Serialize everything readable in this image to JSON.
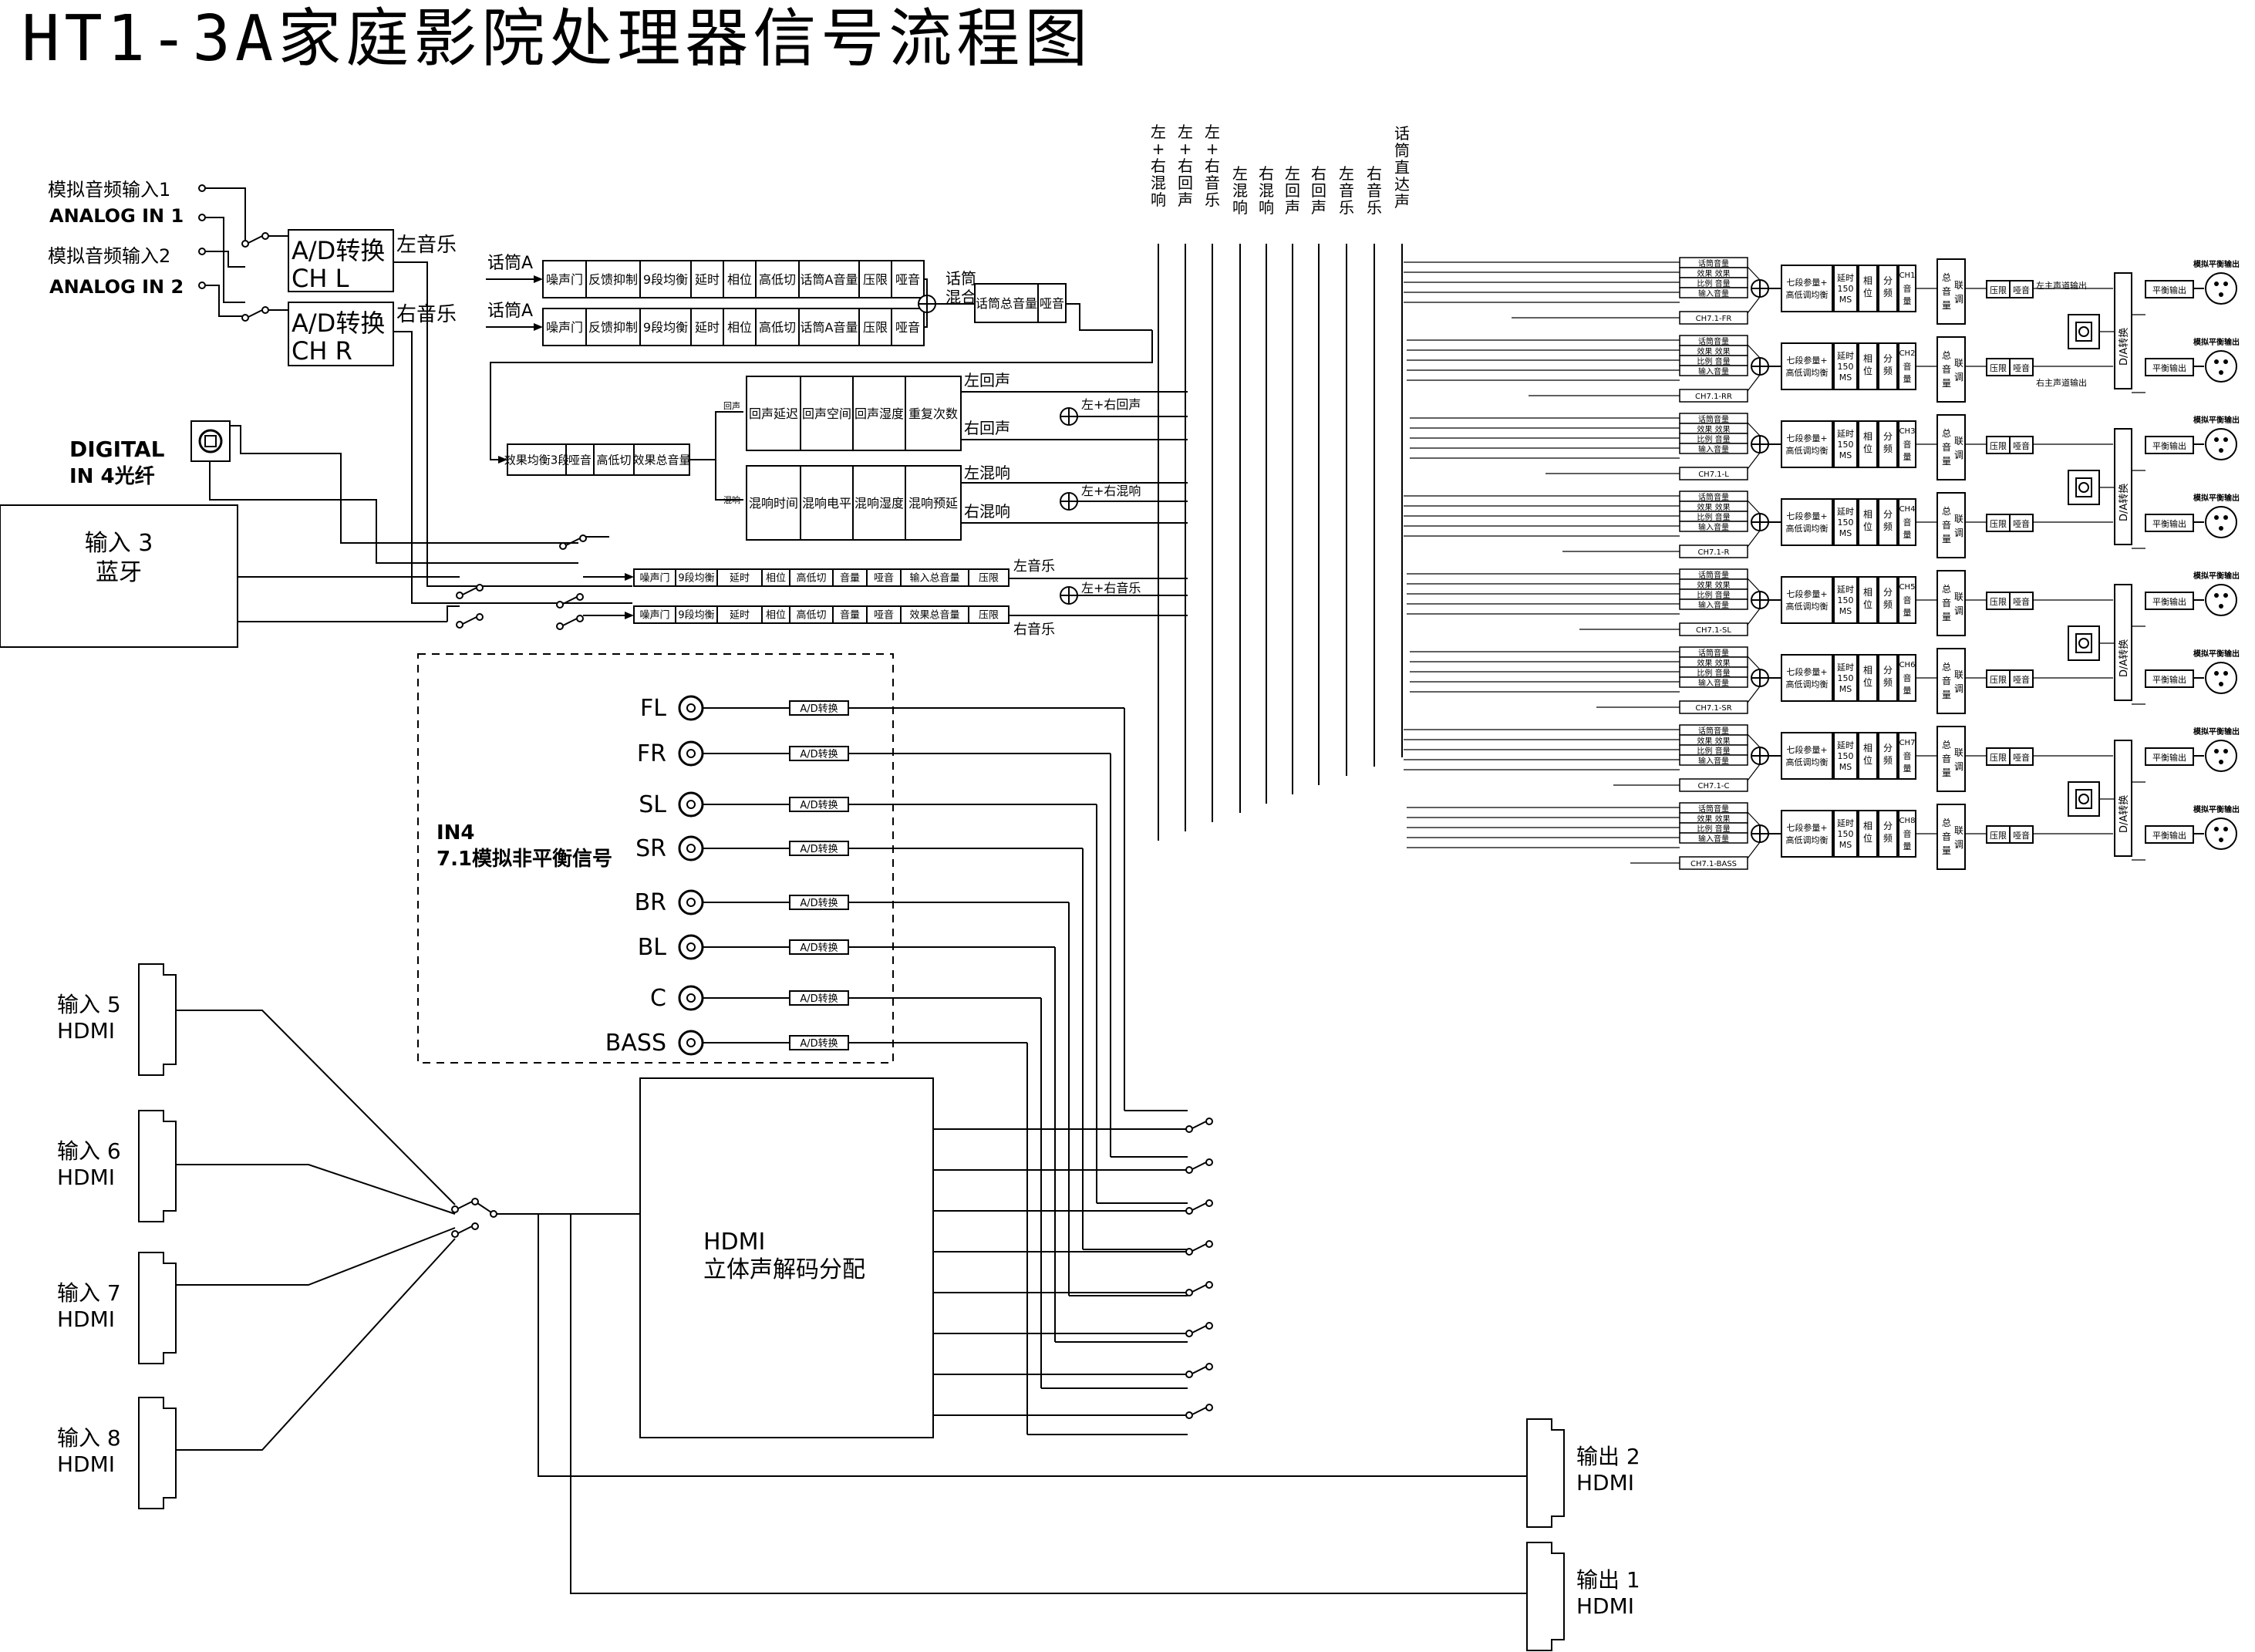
{
  "title": "HT1-3A家庭影院处理器信号流程图",
  "analog_inputs": [
    {
      "cn": "模拟音频输入1",
      "en": "ANALOG IN 1"
    },
    {
      "cn": "模拟音频输入2",
      "en": "ANALOG IN 2"
    }
  ],
  "ad_converters": [
    {
      "label": "A/D转换",
      "ch": "CH L",
      "out": "左音乐"
    },
    {
      "label": "A/D转换",
      "ch": "CH R",
      "out": "右音乐"
    }
  ],
  "digital": {
    "line1": "DIGITAL",
    "line2": "IN 4光纤"
  },
  "bluetooth": {
    "line1": "输入 3",
    "line2": "蓝牙"
  },
  "mic": {
    "inputs": [
      "话筒A",
      "话筒A"
    ],
    "chain": [
      "噪声门",
      "反馈抑制",
      "9段均衡",
      "延时",
      "相位",
      "高低切",
      "话筒A音量",
      "压限",
      "哑音"
    ],
    "mix_label": [
      "话筒",
      "混合"
    ],
    "master": [
      "话筒总音量",
      "哑音"
    ]
  },
  "effects": {
    "chain": [
      "效果均衡3段",
      "哑音",
      "高低切",
      "效果总音量"
    ],
    "echo_tag": "回声",
    "reverb_tag": "混响",
    "echo": [
      "回声延迟",
      "回声空间",
      "回声湿度",
      "重复次数"
    ],
    "reverb": [
      "混响时间",
      "混响电平",
      "混响湿度",
      "混响预延"
    ],
    "echo_outs": [
      "左回声",
      "右回声"
    ],
    "reverb_outs": [
      "左混响",
      "右混响"
    ],
    "echo_sum": "左+右回声",
    "reverb_sum": "左+右混响"
  },
  "music": {
    "chain1": [
      "噪声门",
      "9段均衡",
      "延时",
      "相位",
      "高低切",
      "音量",
      "哑音",
      "输入总音量",
      "压限"
    ],
    "chain2": [
      "噪声门",
      "9段均衡",
      "延时",
      "相位",
      "高低切",
      "音量",
      "哑音",
      "效果总音量",
      "压限"
    ],
    "outs": [
      "左音乐",
      "右音乐"
    ],
    "sum": "左+右音乐"
  },
  "bus_labels": [
    "左+右混响",
    "左+右回声",
    "左+右音乐",
    "左混响",
    "右混响",
    "左回声",
    "右回声",
    "左音乐",
    "右音乐",
    "话筒直达声"
  ],
  "in4": {
    "title": "IN4",
    "subtitle": "7.1模拟非平衡信号",
    "channels": [
      "FL",
      "FR",
      "SL",
      "SR",
      "BR",
      "BL",
      "C",
      "BASS"
    ],
    "ad_label": "A/D转换"
  },
  "hdmi_inputs": [
    {
      "line1": "输入 5",
      "line2": "HDMI"
    },
    {
      "line1": "输入 6",
      "line2": "HDMI"
    },
    {
      "line1": "输入 7",
      "line2": "HDMI"
    },
    {
      "line1": "输入 8",
      "line2": "HDMI"
    }
  ],
  "decoder": {
    "line1": "HDMI",
    "line2": "立体声解码分配"
  },
  "hdmi_outputs": [
    {
      "line1": "输出 2",
      "line2": "HDMI"
    },
    {
      "line1": "输出 1",
      "line2": "HDMI"
    }
  ],
  "channel_mixer": {
    "rows": [
      "话筒音量",
      "效果  效果",
      "比例  音量",
      "输入音量"
    ]
  },
  "channels": [
    {
      "tag": "CH7.1-FR",
      "num": "CH1"
    },
    {
      "tag": "CH7.1-RR",
      "num": "CH2"
    },
    {
      "tag": "CH7.1-L",
      "num": "CH3"
    },
    {
      "tag": "CH7.1-R",
      "num": "CH4"
    },
    {
      "tag": "CH7.1-SL",
      "num": "CH5"
    },
    {
      "tag": "CH7.1-SR",
      "num": "CH6"
    },
    {
      "tag": "CH7.1-C",
      "num": "CH7"
    },
    {
      "tag": "CH7.1-BASS",
      "num": "CH8"
    }
  ],
  "channel_blocks": {
    "peq": [
      "七段参量+",
      "高低调均衡"
    ],
    "delay": [
      "延时",
      "150",
      "MS"
    ],
    "phase": [
      "相",
      "位"
    ],
    "split": [
      "分",
      "频"
    ],
    "vol": "音量",
    "master": [
      "总",
      "音",
      "量"
    ],
    "link": [
      "联",
      "调"
    ],
    "limiter": "压限",
    "mute": "哑音",
    "da": "D/A转换",
    "bal": "平衡输出",
    "out": "模拟平衡输出",
    "main_l": "左主声道输出",
    "main_r": "右主声道输出"
  },
  "colors": {
    "line": "#000000",
    "bg": "#ffffff"
  }
}
